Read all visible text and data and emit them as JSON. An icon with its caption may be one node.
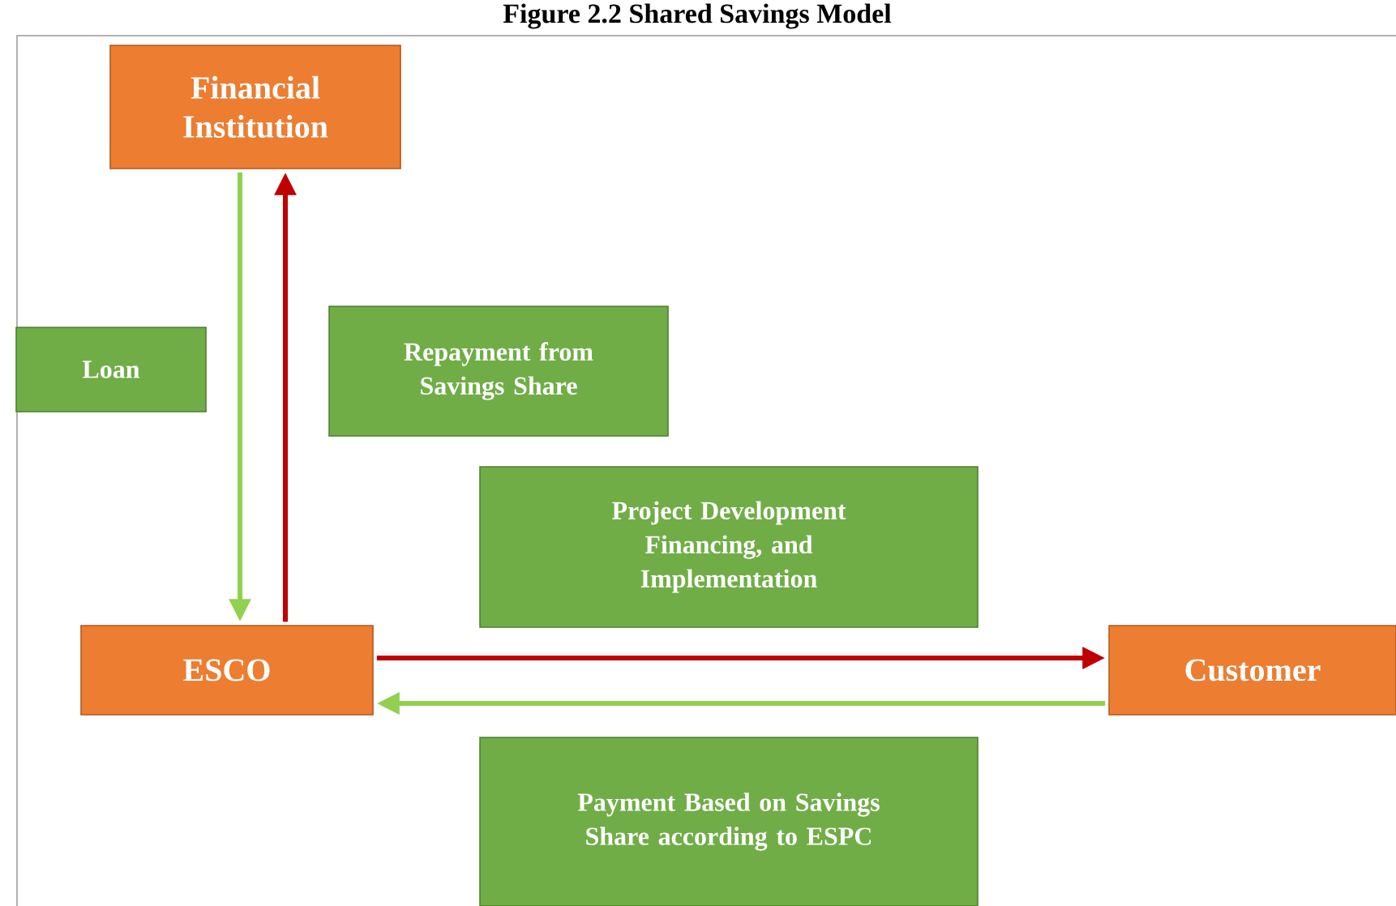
{
  "diagram": {
    "title": "Figure 2.2 Shared Savings Model",
    "nodes": [
      {
        "text": [
          "Financial Institution"
        ]
      },
      {
        "text": [
          "Loan"
        ]
      },
      {
        "text": [
          "Repayment from Savings Share"
        ]
      },
      {
        "text": [
          "Project Development Financing, and Implementation"
        ]
      },
      {
        "text": [
          "ESCO"
        ]
      },
      {
        "text": [
          "Customer"
        ]
      },
      {
        "text": [
          "Payment Based on Savings Share according to ESPC"
        ]
      }
    ],
    "edges": [
      {
        "from": 0,
        "to": 4,
        "arrow": "to",
        "color": "#92d050"
      },
      {
        "from": 4,
        "to": 0,
        "arrow": "to",
        "color": "#c00000"
      },
      {
        "from": 4,
        "to": 5,
        "arrow": "to",
        "color": "#c00000"
      },
      {
        "from": 5,
        "to": 4,
        "arrow": "to",
        "color": "#92d050"
      }
    ]
  }
}
